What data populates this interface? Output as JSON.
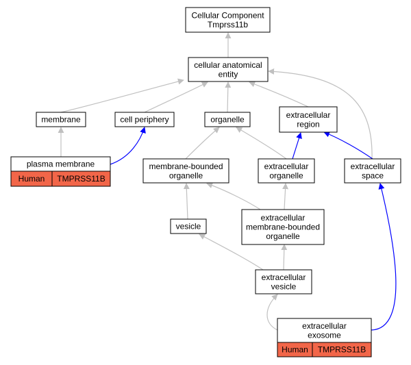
{
  "colors": {
    "is_a_edge": "#c0c0c0",
    "part_of_edge": "#0000ff",
    "annotation_fill": "#f26649",
    "node_border": "#000000"
  },
  "nodes": {
    "root": {
      "lines": [
        "Cellular Component",
        "Tmprss11b"
      ]
    },
    "cae": {
      "lines": [
        "cellular anatomical",
        "entity"
      ]
    },
    "membrane": {
      "lines": [
        "membrane"
      ]
    },
    "cell_periphery": {
      "lines": [
        "cell periphery"
      ]
    },
    "organelle": {
      "lines": [
        "organelle"
      ]
    },
    "extracellular_region": {
      "lines": [
        "extracellular",
        "region"
      ]
    },
    "plasma_membrane": {
      "lines": [
        "plasma membrane"
      ],
      "annotation": [
        "Human",
        "TMPRSS11B"
      ]
    },
    "membrane_bounded_organelle": {
      "lines": [
        "membrane-bounded",
        "organelle"
      ]
    },
    "extracellular_organelle": {
      "lines": [
        "extracellular",
        "organelle"
      ]
    },
    "extracellular_space": {
      "lines": [
        "extracellular",
        "space"
      ]
    },
    "vesicle": {
      "lines": [
        "vesicle"
      ]
    },
    "ec_mb_organelle": {
      "lines": [
        "extracellular",
        "membrane-bounded",
        "organelle"
      ]
    },
    "extracellular_vesicle": {
      "lines": [
        "extracellular",
        "vesicle"
      ]
    },
    "extracellular_exosome": {
      "lines": [
        "extracellular",
        "exosome"
      ],
      "annotation": [
        "Human",
        "TMPRSS11B"
      ]
    }
  },
  "edges": [
    {
      "from": "cae",
      "to": "root",
      "kind": "is_a"
    },
    {
      "from": "membrane",
      "to": "cae",
      "kind": "is_a"
    },
    {
      "from": "cell_periphery",
      "to": "cae",
      "kind": "is_a"
    },
    {
      "from": "organelle",
      "to": "cae",
      "kind": "is_a"
    },
    {
      "from": "extracellular_region",
      "to": "cae",
      "kind": "is_a"
    },
    {
      "from": "extracellular_space",
      "to": "cae",
      "kind": "is_a"
    },
    {
      "from": "plasma_membrane",
      "to": "membrane",
      "kind": "is_a"
    },
    {
      "from": "plasma_membrane",
      "to": "cell_periphery",
      "kind": "part_of"
    },
    {
      "from": "membrane_bounded_organelle",
      "to": "organelle",
      "kind": "is_a"
    },
    {
      "from": "extracellular_organelle",
      "to": "organelle",
      "kind": "is_a"
    },
    {
      "from": "extracellular_organelle",
      "to": "extracellular_region",
      "kind": "part_of"
    },
    {
      "from": "extracellular_space",
      "to": "extracellular_region",
      "kind": "part_of"
    },
    {
      "from": "vesicle",
      "to": "membrane_bounded_organelle",
      "kind": "is_a"
    },
    {
      "from": "ec_mb_organelle",
      "to": "membrane_bounded_organelle",
      "kind": "is_a"
    },
    {
      "from": "ec_mb_organelle",
      "to": "extracellular_organelle",
      "kind": "is_a"
    },
    {
      "from": "extracellular_vesicle",
      "to": "vesicle",
      "kind": "is_a"
    },
    {
      "from": "extracellular_vesicle",
      "to": "ec_mb_organelle",
      "kind": "is_a"
    },
    {
      "from": "extracellular_exosome",
      "to": "extracellular_vesicle",
      "kind": "is_a"
    },
    {
      "from": "extracellular_exosome",
      "to": "extracellular_space",
      "kind": "part_of"
    }
  ]
}
